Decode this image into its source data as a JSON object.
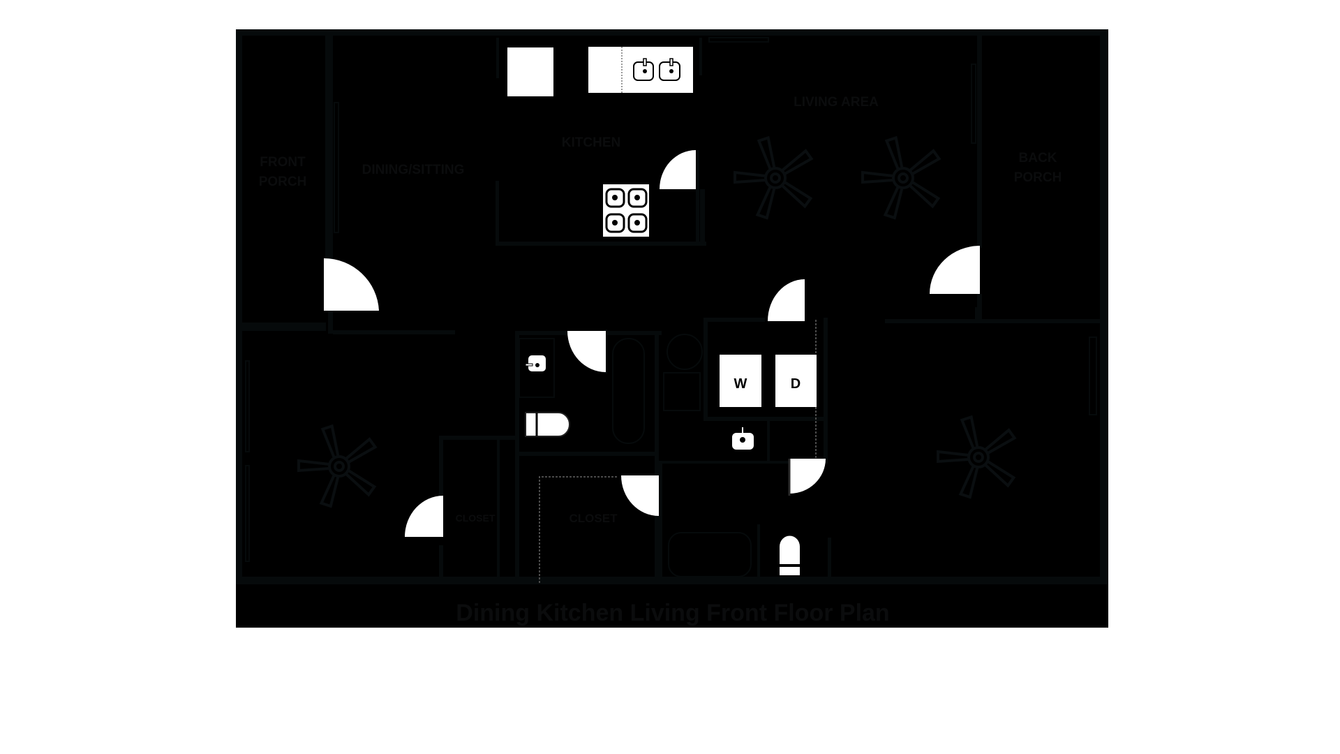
{
  "title": "Dining Kitchen Living Front Floor Plan",
  "colors": {
    "background": "#ffffff",
    "plan_fill": "#000000",
    "walls": "#060a0b",
    "labels": "#0b0c0d",
    "fixtures": "#ffffff"
  },
  "rooms": {
    "front_porch": [
      "FRONT",
      "PORCH"
    ],
    "dining_sitting": "DINING/SITTING",
    "kitchen": "KITCHEN",
    "living_area": "LIVING AREA",
    "back_porch": [
      "BACK",
      "PORCH"
    ],
    "closet_left": "CLOSET",
    "closet_center": "CLOSET"
  },
  "appliances": {
    "washer": "W",
    "dryer": "D"
  },
  "fixtures": [
    "refrigerator",
    "double-sink",
    "stove-4-burner",
    "bath-sink",
    "toilet",
    "bathtub",
    "water-heater",
    "laundry-sink",
    "toilet-2",
    "bathtub-2"
  ],
  "ceiling_fans": 4,
  "doors": 8
}
